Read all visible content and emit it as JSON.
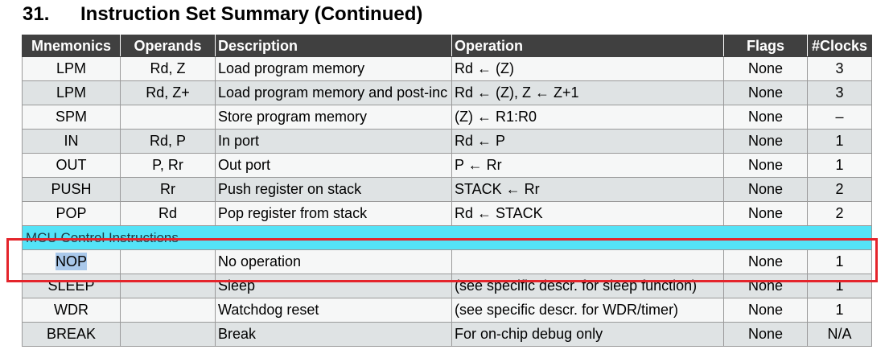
{
  "heading": {
    "number": "31.",
    "title": "Instruction Set Summary (Continued)"
  },
  "columns": [
    "Mnemonics",
    "Operands",
    "Description",
    "Operation",
    "Flags",
    "#Clocks"
  ],
  "rows_top": [
    {
      "mnemonic": "LPM",
      "operands": "Rd, Z",
      "description": "Load program memory",
      "operation": "Rd ← (Z)",
      "flags": "None",
      "clocks": "3"
    },
    {
      "mnemonic": "LPM",
      "operands": "Rd, Z+",
      "description": "Load program memory and post-inc",
      "operation": "Rd ← (Z), Z ← Z+1",
      "flags": "None",
      "clocks": "3"
    },
    {
      "mnemonic": "SPM",
      "operands": "",
      "description": "Store program memory",
      "operation": "(Z) ← R1:R0",
      "flags": "None",
      "clocks": "–"
    },
    {
      "mnemonic": "IN",
      "operands": "Rd, P",
      "description": "In port",
      "operation": "Rd ← P",
      "flags": "None",
      "clocks": "1"
    },
    {
      "mnemonic": "OUT",
      "operands": "P, Rr",
      "description": "Out port",
      "operation": "P ← Rr",
      "flags": "None",
      "clocks": "1"
    },
    {
      "mnemonic": "PUSH",
      "operands": "Rr",
      "description": "Push register on stack",
      "operation": "STACK ← Rr",
      "flags": "None",
      "clocks": "2"
    },
    {
      "mnemonic": "POP",
      "operands": "Rd",
      "description": "Pop register from stack",
      "operation": "Rd ← STACK",
      "flags": "None",
      "clocks": "2"
    }
  ],
  "section_label": "MCU Control Instructions",
  "rows_bottom": [
    {
      "mnemonic": "NOP",
      "operands": "",
      "description": "No operation",
      "operation": "",
      "flags": "None",
      "clocks": "1"
    },
    {
      "mnemonic": "SLEEP",
      "operands": "",
      "description": "Sleep",
      "operation": "(see specific descr. for sleep function)",
      "flags": "None",
      "clocks": "1"
    },
    {
      "mnemonic": "WDR",
      "operands": "",
      "description": "Watchdog reset",
      "operation": "(see specific descr. for WDR/timer)",
      "flags": "None",
      "clocks": "1"
    },
    {
      "mnemonic": "BREAK",
      "operands": "",
      "description": "Break",
      "operation": "For on-chip debug only",
      "flags": "None",
      "clocks": "N/A"
    }
  ],
  "colors": {
    "header_bg": "#404040",
    "section_bg": "#54e3f7",
    "row_light": "#f6f7f7",
    "row_dark": "#dfe3e4",
    "highlight_border": "#e4242b",
    "selection": "#a9c8ea"
  }
}
